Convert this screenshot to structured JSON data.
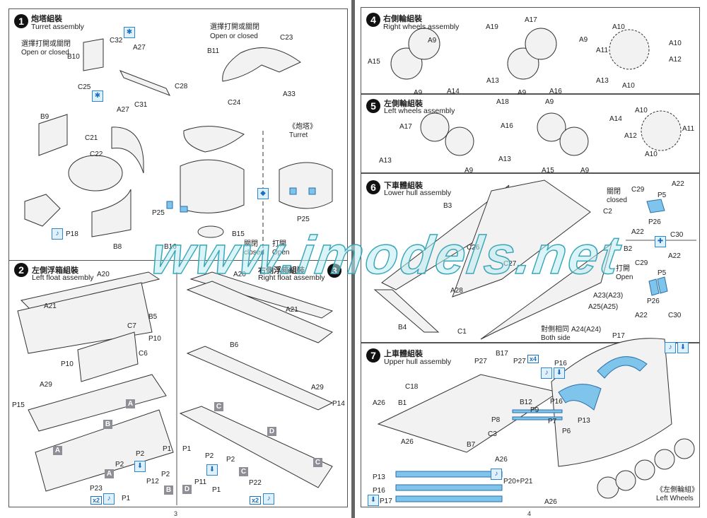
{
  "watermark": "www.imodels.net",
  "pages": {
    "left_number": "3",
    "right_number": "4"
  },
  "steps": {
    "step1": {
      "num": "1",
      "zh": "炮塔組裝",
      "en": "Turret assembly",
      "labels": [
        "選擇打開或關閉",
        "Open or closed",
        "B10",
        "C32",
        "A27",
        "C25",
        "A27",
        "C31",
        "C28",
        "選擇打開或關閉",
        "Open or closed",
        "C23",
        "B11",
        "C24",
        "A33",
        "B9",
        "C21",
        "C22",
        "B8",
        "P18",
        "P25",
        "B15",
        "B16",
        "關閉",
        "closed",
        "打開",
        "Open",
        "《炮塔》",
        "Turret",
        "P25"
      ]
    },
    "step2": {
      "num": "2",
      "zh": "左側浮箱組裝",
      "en": "Left float assembly",
      "labels": [
        "A20",
        "A21",
        "B5",
        "C7",
        "P10",
        "C6",
        "P10",
        "A29",
        "P15",
        "P2",
        "P1",
        "P2",
        "P12",
        "P2",
        "P23",
        "P1"
      ],
      "markers": [
        "A",
        "B",
        "A",
        "A",
        "B"
      ],
      "count": "x2"
    },
    "step3": {
      "num": "3",
      "zh": "右側浮箱組裝",
      "en": "Right float assembly",
      "labels": [
        "A20",
        "A21",
        "B6",
        "A29",
        "P14",
        "P1",
        "P2",
        "P2",
        "P1",
        "P11",
        "P22"
      ],
      "markers": [
        "C",
        "D",
        "C",
        "C",
        "D"
      ],
      "count": "x2"
    },
    "step4": {
      "num": "4",
      "zh": "右側輪組裝",
      "en": "Right wheels assembly",
      "labels": [
        "A15",
        "A9",
        "A9",
        "A14",
        "A13",
        "A19",
        "A17",
        "A9",
        "A9",
        "A16",
        "A13",
        "A10",
        "A11",
        "A10",
        "A12",
        "A10"
      ]
    },
    "step5": {
      "num": "5",
      "zh": "左側輪組裝",
      "en": "Left wheels assembly",
      "labels": [
        "A18",
        "A16",
        "A17",
        "A13",
        "A9",
        "A9",
        "A14",
        "A13",
        "A15",
        "A9",
        "A10",
        "A11",
        "A12",
        "A10"
      ]
    },
    "step6": {
      "num": "6",
      "zh": "下車體組裝",
      "en": "Lower hull assembly",
      "labels": [
        "B3",
        "C2",
        "C26",
        "C27",
        "B2",
        "A28",
        "A23(A23)",
        "A25(A25)",
        "A24(A24)",
        "B4",
        "C1",
        "對側相同",
        "Both side",
        "關閉",
        "closed",
        "C29",
        "A22",
        "P5",
        "P26",
        "A22",
        "C30",
        "A22",
        "打開",
        "Open",
        "C29",
        "P5",
        "P26",
        "A22",
        "C30",
        "P17"
      ]
    },
    "step7": {
      "num": "7",
      "zh": "上車體組裝",
      "en": "Upper hull assembly",
      "labels": [
        "B17",
        "P27",
        "P27",
        "C18",
        "A26",
        "B1",
        "P16",
        "B12",
        "P9",
        "P8",
        "P7",
        "P16",
        "P13",
        "P6",
        "C3",
        "B7",
        "A26",
        "A26",
        "P20+P21",
        "A26",
        "P13",
        "P16",
        "P17",
        "《左側輪組》",
        "Left Wheels"
      ],
      "count": "x4"
    }
  },
  "colors": {
    "photo_etch": "#7fc4ea",
    "icon_blue": "#1a6fc0",
    "marker_gray": "#8e8e96"
  }
}
